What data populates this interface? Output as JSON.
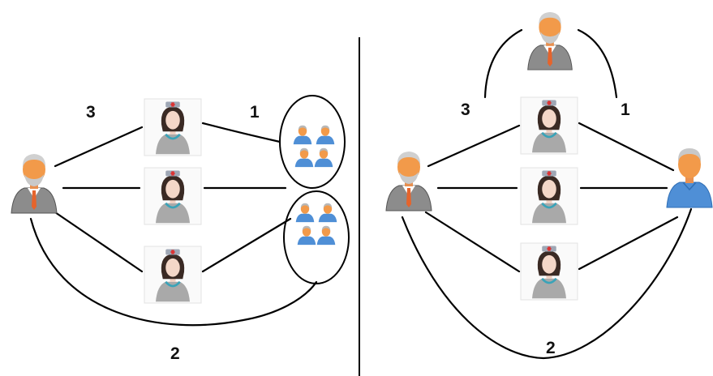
{
  "left_panel": {
    "labels": {
      "path_3": "3",
      "path_1": "1",
      "path_2": "2"
    }
  },
  "right_panel": {
    "labels": {
      "path_3": "3",
      "path_1": "1",
      "path_2": "2"
    }
  },
  "icons": {
    "old_man": "elderly-man-icon",
    "nurse": "nurse-icon",
    "young_man": "young-man-icon",
    "group": "people-group-icon"
  },
  "colors": {
    "skin": "#f29a4a",
    "nurse_skin": "#f4d7c8",
    "young_man_shirt": "#4f8fd6",
    "suit": "#8c8c8c",
    "hair_grey": "#c8c8c8",
    "tie": "#e5642c"
  }
}
